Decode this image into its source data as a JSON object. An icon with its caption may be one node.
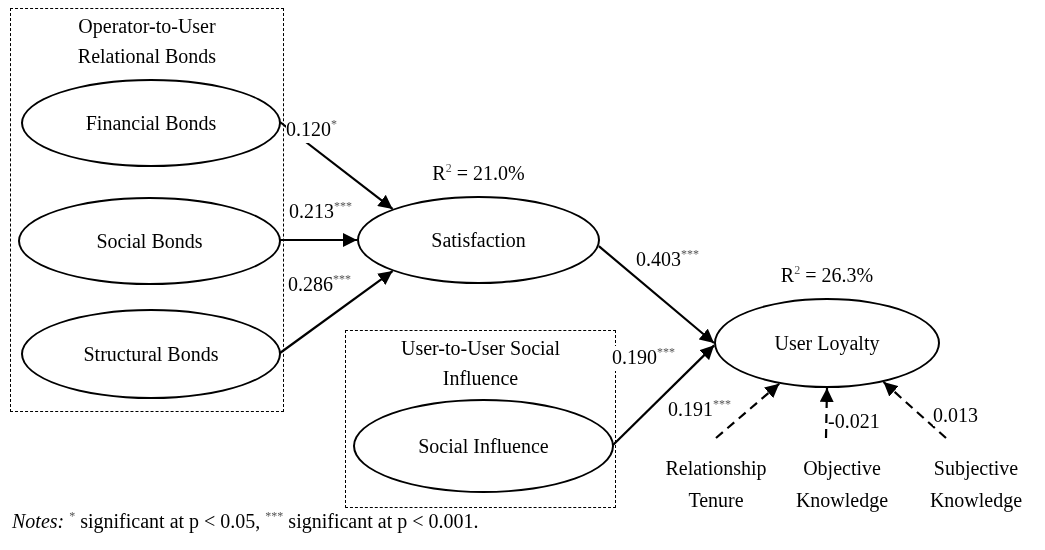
{
  "diagram": {
    "caption": "*Notes:* $^{*}$ significant at p < 0.05, $^{***}$ significant at p < 0.001.",
    "nodes": [
      {
        "text": [
          "Operator-to-User Relational Bonds"
        ]
      },
      {
        "text": [
          "Financial Bonds"
        ],
        "in": 0
      },
      {
        "text": [
          "Social Bonds"
        ],
        "in": 0
      },
      {
        "text": [
          "Structural Bonds"
        ],
        "in": 0
      },
      {
        "text": [
          "Satisfaction"
        ],
        "beside": [
          "R$^{2}$ = 21.0%"
        ]
      },
      {
        "text": [
          "User-to-User Social Influence"
        ]
      },
      {
        "text": [
          "Social Influence"
        ],
        "in": 5
      },
      {
        "text": [
          "User Loyalty"
        ],
        "beside": [
          "R$^{2}$ = 26.3%"
        ]
      },
      {
        "text": [
          "Relationship Tenure"
        ]
      },
      {
        "text": [
          "Objective Knowledge"
        ]
      },
      {
        "text": [
          "Subjective Knowledge"
        ]
      }
    ],
    "edges": [
      {
        "from": 1,
        "to": 4,
        "arrow": "to",
        "label": "0.120$^{*}$"
      },
      {
        "from": 2,
        "to": 4,
        "arrow": "to",
        "label": "0.213$^{***}$"
      },
      {
        "from": 3,
        "to": 4,
        "arrow": "to",
        "label": "0.286$^{***}$"
      },
      {
        "from": 4,
        "to": 7,
        "arrow": "to",
        "label": "0.403$^{***}$"
      },
      {
        "from": 6,
        "to": 7,
        "arrow": "to",
        "label": "0.190$^{***}$"
      },
      {
        "from": 8,
        "to": 7,
        "arrow": "to",
        "label": "0.191$^{***}$",
        "style": "dashed"
      },
      {
        "from": 9,
        "to": 7,
        "arrow": "to",
        "label": "-0.021",
        "style": "dashed"
      },
      {
        "from": 10,
        "to": 7,
        "arrow": "to",
        "label": "0.013",
        "style": "dashed"
      }
    ]
  }
}
